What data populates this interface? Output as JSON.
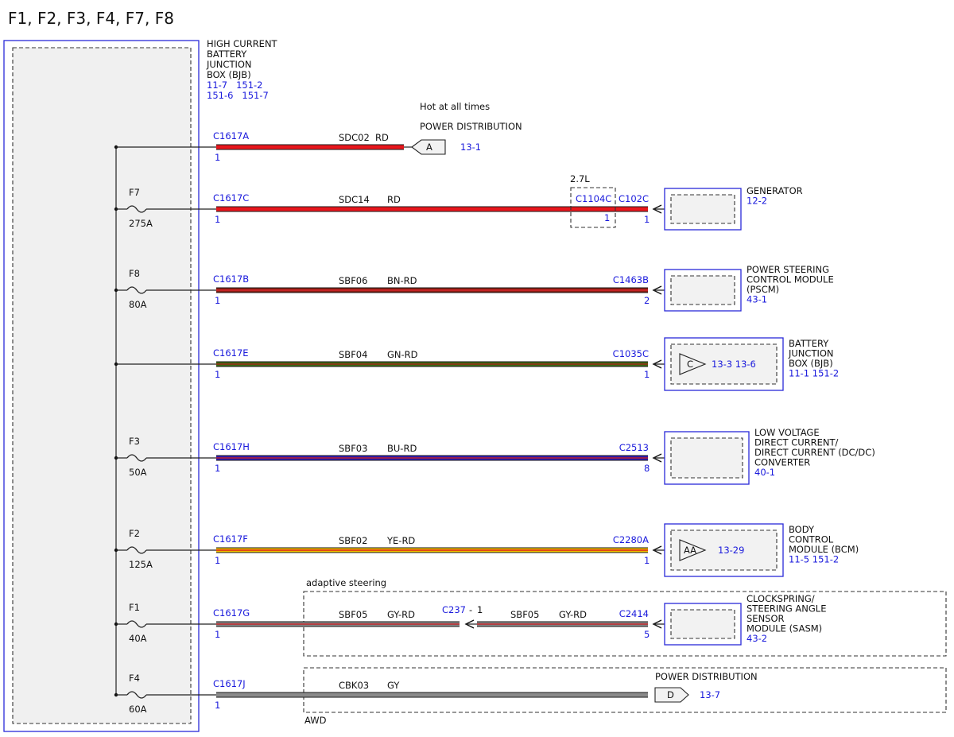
{
  "title": "F1, F2, F3, F4, F7, F8",
  "bjb": {
    "label": [
      "HIGH CURRENT",
      "BATTERY",
      "JUNCTION",
      "BOX (BJB)"
    ],
    "refs": [
      "11-7   151-2",
      "151-6   151-7"
    ]
  },
  "hot_label": "Hot at all times",
  "rows": [
    {
      "fuse": "",
      "amp": "",
      "conn": "C1617A",
      "pin": "1",
      "circuit": "SDC02",
      "color_code": "RD",
      "wire_color": "#e8161c",
      "stripe_color": "",
      "dest_type": "pd",
      "pd_label": "POWER DISTRIBUTION",
      "pd_letter": "A",
      "pd_ref": "13-1"
    },
    {
      "fuse": "F7",
      "amp": "275A",
      "conn": "C1617C",
      "pin": "1",
      "circuit": "SDC14",
      "color_code": "RD",
      "wire_color": "#e8161c",
      "stripe_color": "",
      "dest_type": "comp",
      "variant": "2.7L",
      "inline_conn": "C1104C",
      "inline_pin": "1",
      "end_conn": "C102C",
      "end_pin": "1",
      "comp_lines": [
        "GENERATOR"
      ],
      "comp_refs": "12-2"
    },
    {
      "fuse": "F8",
      "amp": "80A",
      "conn": "C1617B",
      "pin": "1",
      "circuit": "SBF06",
      "color_code": "BN-RD",
      "wire_color": "#8b1d12",
      "stripe_color": "#d8262a",
      "dest_type": "comp",
      "end_conn": "C1463B",
      "end_pin": "2",
      "comp_lines": [
        "POWER STEERING",
        "CONTROL MODULE",
        "(PSCM)"
      ],
      "comp_refs": "43-1"
    },
    {
      "fuse": "",
      "amp": "",
      "conn": "C1617E",
      "pin": "1",
      "circuit": "SBF04",
      "color_code": "GN-RD",
      "wire_color": "#3d6b12",
      "stripe_color": "#9a2a16",
      "dest_type": "comp",
      "end_conn": "C1035C",
      "end_pin": "1",
      "comp_lines": [
        "BATTERY",
        "JUNCTION",
        "BOX (BJB)"
      ],
      "comp_refs": "11-1   151-2",
      "inner_letter": "C",
      "inner_refs": "13-3   13-6"
    },
    {
      "fuse": "F3",
      "amp": "50A",
      "conn": "C1617H",
      "pin": "1",
      "circuit": "SBF03",
      "color_code": "BU-RD",
      "wire_color": "#2d1ab8",
      "stripe_color": "#b8202a",
      "dest_type": "comp",
      "end_conn": "C2513",
      "end_pin": "8",
      "comp_lines": [
        "LOW VOLTAGE",
        "DIRECT CURRENT/",
        "DIRECT CURRENT (DC/DC)",
        "CONVERTER"
      ],
      "comp_refs": "40-1"
    },
    {
      "fuse": "F2",
      "amp": "125A",
      "conn": "C1617F",
      "pin": "1",
      "circuit": "SBF02",
      "color_code": "YE-RD",
      "wire_color": "#f2c200",
      "stripe_color": "#e0201a",
      "dest_type": "comp",
      "end_conn": "C2280A",
      "end_pin": "1",
      "comp_lines": [
        "BODY",
        "CONTROL",
        "MODULE (BCM)"
      ],
      "comp_refs": "11-5   151-2",
      "inner_letter": "AA",
      "inner_refs": "13-29"
    },
    {
      "fuse": "F1",
      "amp": "40A",
      "conn": "C1617G",
      "pin": "1",
      "circuit": "SBF05",
      "color_code": "GY-RD",
      "wire_color": "#8a8a8a",
      "stripe_color": "#c2262a",
      "dest_type": "comp",
      "option": "adaptive steering",
      "mid_conn": "C237",
      "mid_pin": "1",
      "circuit2": "SBF05",
      "color_code2": "GY-RD",
      "end_conn": "C2414",
      "end_pin": "5",
      "comp_lines": [
        "CLOCKSPRING/",
        "STEERING ANGLE",
        "SENSOR",
        "MODULE (SASM)"
      ],
      "comp_refs": "43-2"
    },
    {
      "fuse": "F4",
      "amp": "60A",
      "conn": "C1617J",
      "pin": "1",
      "circuit": "CBK03",
      "color_code": "GY",
      "wire_color": "#8a8a8a",
      "stripe_color": "",
      "dest_type": "pd",
      "option": "AWD",
      "pd_label": "POWER DISTRIBUTION",
      "pd_letter": "D",
      "pd_ref": "13-7"
    }
  ]
}
